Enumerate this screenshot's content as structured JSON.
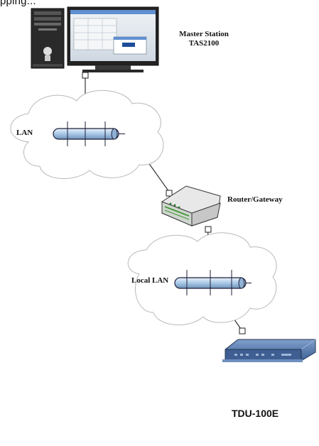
{
  "header": {
    "fragment": "pping..."
  },
  "nodes": {
    "master_station": {
      "line1": "Master Station",
      "line2": "TAS2100"
    },
    "lan": {
      "label": "LAN"
    },
    "router": {
      "label": "Router/Gateway"
    },
    "local_lan": {
      "label": "Local LAN"
    },
    "device": {
      "label": "TDU-100E"
    }
  },
  "colors": {
    "cloud_stroke": "#b9b9b9",
    "bus_fill": "#b9d3ea",
    "bus_stroke": "#1f1f3a",
    "link": "#333333",
    "monitor_blue": "#5f8fd0"
  },
  "icons": [
    "pc-tower-icon",
    "monitor-icon",
    "router-icon",
    "rack-unit-icon"
  ]
}
